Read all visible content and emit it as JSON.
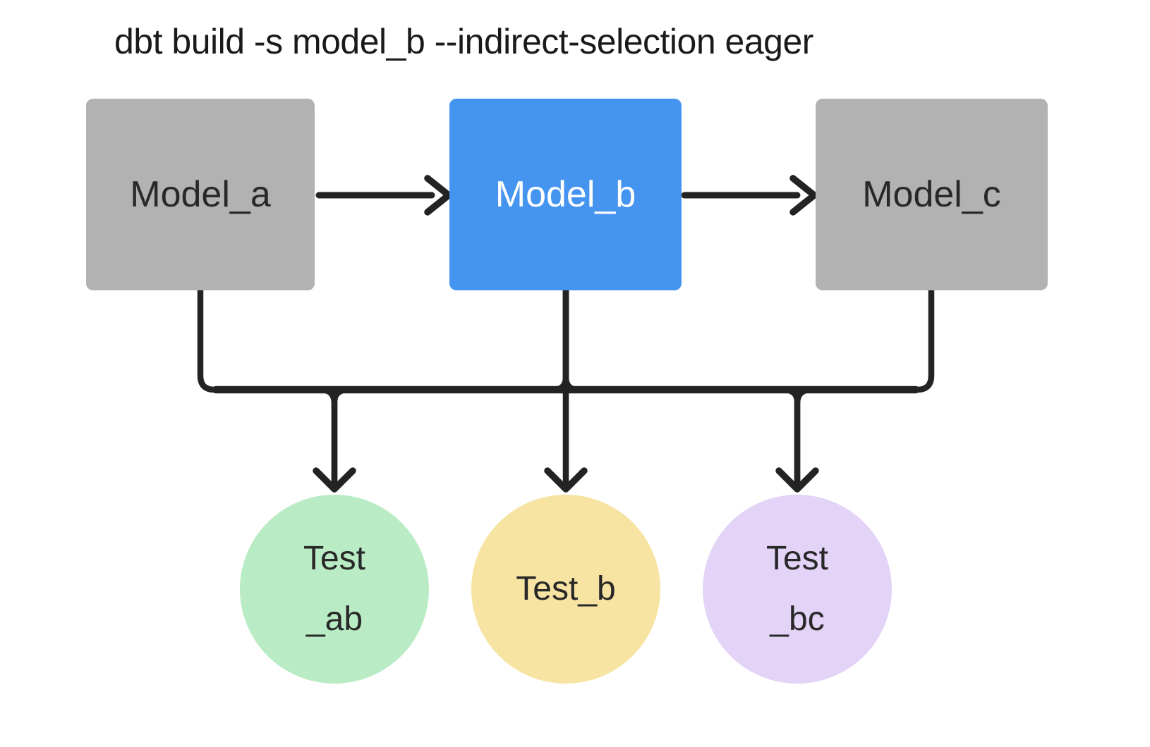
{
  "title": "dbt build -s model_b --indirect-selection eager",
  "colors": {
    "background": "#ffffff",
    "line": "#232323",
    "text_title": "#1a1a1a",
    "text_dark": "#282828",
    "text_light": "#ffffff",
    "box_gray": "#b2b2b2",
    "box_blue": "#4494f0",
    "circle_green": "#b9ecc4",
    "circle_yellow": "#f7e4a3",
    "circle_purple": "#e2d3f7"
  },
  "models": [
    {
      "id": "model_a",
      "label": "Model_a",
      "color": "gray"
    },
    {
      "id": "model_b",
      "label": "Model_b",
      "color": "blue"
    },
    {
      "id": "model_c",
      "label": "Model_c",
      "color": "gray"
    }
  ],
  "tests": [
    {
      "id": "test_ab",
      "lines": [
        "Test",
        "_ab"
      ],
      "color": "green"
    },
    {
      "id": "test_b",
      "lines": [
        "Test_b"
      ],
      "color": "yellow"
    },
    {
      "id": "test_bc",
      "lines": [
        "Test",
        "_bc"
      ],
      "color": "purple"
    }
  ],
  "edges": [
    {
      "from": "Model_a",
      "to": "Model_b"
    },
    {
      "from": "Model_b",
      "to": "Model_c"
    },
    {
      "from": "Model_a",
      "to": "Test_ab"
    },
    {
      "from": "Model_b",
      "to": "Test_ab"
    },
    {
      "from": "Model_b",
      "to": "Test_b"
    },
    {
      "from": "Model_b",
      "to": "Test_bc"
    },
    {
      "from": "Model_c",
      "to": "Test_bc"
    }
  ]
}
